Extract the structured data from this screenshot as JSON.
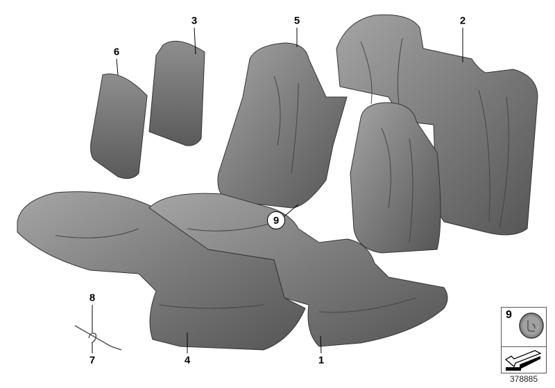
{
  "callouts": {
    "c1": "1",
    "c2": "2",
    "c3": "3",
    "c4": "4",
    "c5": "5",
    "c6": "6",
    "c7": "7",
    "c8": "8",
    "c9": "9"
  },
  "legend": {
    "item_number": "9",
    "item_icon": "seat-occupancy-badge-icon",
    "arrow_icon": "direction-arrow-icon"
  },
  "diagram_code": "378885",
  "colors": {
    "part_fill": "#7a7a7a",
    "part_dark": "#4a4a4a",
    "part_light": "#a8a8a8"
  }
}
